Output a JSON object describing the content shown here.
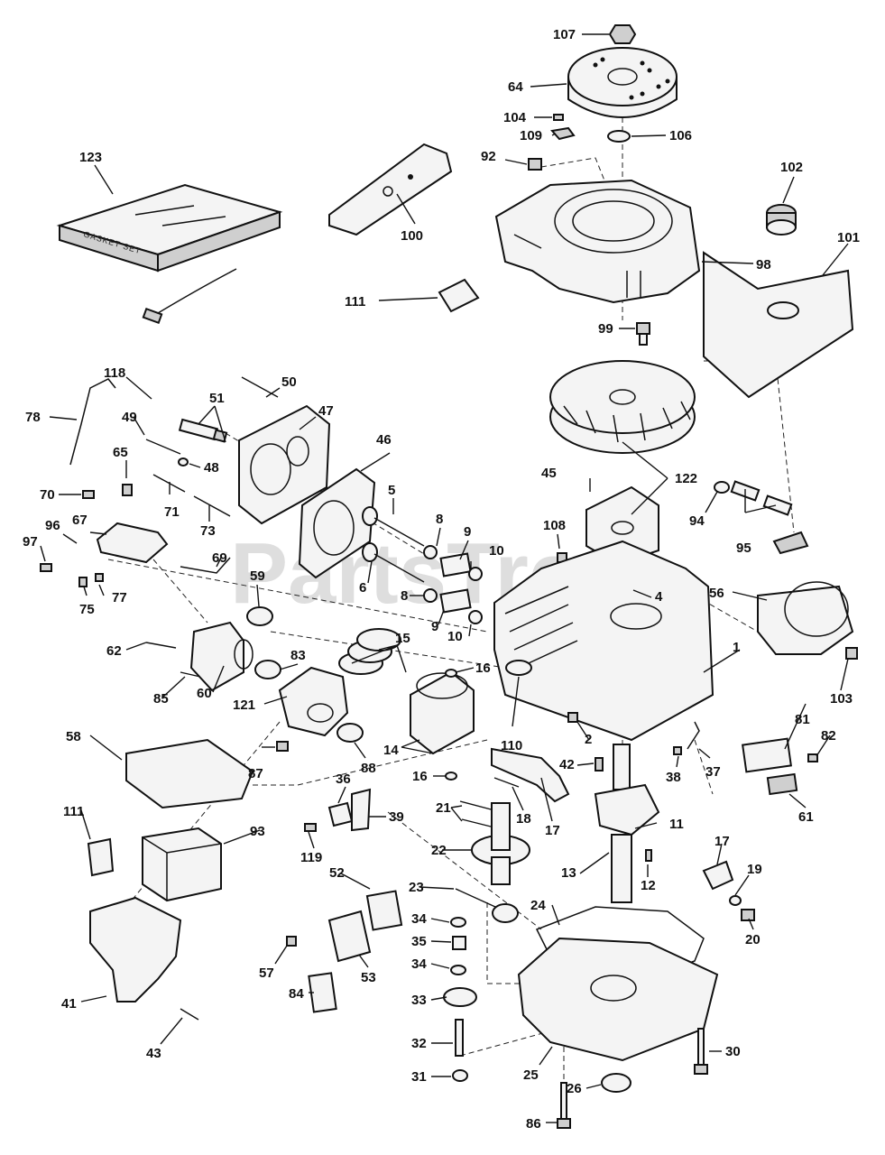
{
  "watermark": "PartsTree",
  "gasket_box_text": "GASKET SET",
  "callouts": [
    {
      "id": "c107",
      "label": "107"
    },
    {
      "id": "c64",
      "label": "64"
    },
    {
      "id": "c104",
      "label": "104"
    },
    {
      "id": "c109",
      "label": "109"
    },
    {
      "id": "c106",
      "label": "106"
    },
    {
      "id": "c92",
      "label": "92"
    },
    {
      "id": "c123",
      "label": "123"
    },
    {
      "id": "c100",
      "label": "100"
    },
    {
      "id": "c102",
      "label": "102"
    },
    {
      "id": "c101",
      "label": "101"
    },
    {
      "id": "c98",
      "label": "98"
    },
    {
      "id": "c111a",
      "label": "111"
    },
    {
      "id": "c99",
      "label": "99"
    },
    {
      "id": "c118",
      "label": "118"
    },
    {
      "id": "c50",
      "label": "50"
    },
    {
      "id": "c51",
      "label": "51"
    },
    {
      "id": "c78",
      "label": "78"
    },
    {
      "id": "c49",
      "label": "49"
    },
    {
      "id": "c47",
      "label": "47"
    },
    {
      "id": "c48",
      "label": "48"
    },
    {
      "id": "c46",
      "label": "46"
    },
    {
      "id": "c65",
      "label": "65"
    },
    {
      "id": "c45",
      "label": "45"
    },
    {
      "id": "c122",
      "label": "122"
    },
    {
      "id": "c70",
      "label": "70"
    },
    {
      "id": "c71",
      "label": "71"
    },
    {
      "id": "c5",
      "label": "5"
    },
    {
      "id": "c94",
      "label": "94"
    },
    {
      "id": "c96",
      "label": "96"
    },
    {
      "id": "c67",
      "label": "67"
    },
    {
      "id": "c73",
      "label": "73"
    },
    {
      "id": "c8a",
      "label": "8"
    },
    {
      "id": "c97",
      "label": "97"
    },
    {
      "id": "c9a",
      "label": "9"
    },
    {
      "id": "c108",
      "label": "108"
    },
    {
      "id": "c95",
      "label": "95"
    },
    {
      "id": "c69",
      "label": "69"
    },
    {
      "id": "c10a",
      "label": "10"
    },
    {
      "id": "c75",
      "label": "75"
    },
    {
      "id": "c77",
      "label": "77"
    },
    {
      "id": "c59",
      "label": "59"
    },
    {
      "id": "c6",
      "label": "6"
    },
    {
      "id": "c8b",
      "label": "8"
    },
    {
      "id": "c4",
      "label": "4"
    },
    {
      "id": "c56",
      "label": "56"
    },
    {
      "id": "c9b",
      "label": "9"
    },
    {
      "id": "c10b",
      "label": "10"
    },
    {
      "id": "c15",
      "label": "15"
    },
    {
      "id": "c62",
      "label": "62"
    },
    {
      "id": "c83",
      "label": "83"
    },
    {
      "id": "c1",
      "label": "1"
    },
    {
      "id": "c85",
      "label": "85"
    },
    {
      "id": "c60",
      "label": "60"
    },
    {
      "id": "c16a",
      "label": "16"
    },
    {
      "id": "c103",
      "label": "103"
    },
    {
      "id": "c121",
      "label": "121"
    },
    {
      "id": "c110",
      "label": "110"
    },
    {
      "id": "c58",
      "label": "58"
    },
    {
      "id": "c14",
      "label": "14"
    },
    {
      "id": "c2",
      "label": "2"
    },
    {
      "id": "c81",
      "label": "81"
    },
    {
      "id": "c82",
      "label": "82"
    },
    {
      "id": "c87",
      "label": "87"
    },
    {
      "id": "c88",
      "label": "88"
    },
    {
      "id": "c42",
      "label": "42"
    },
    {
      "id": "c16b",
      "label": "16"
    },
    {
      "id": "c38",
      "label": "38"
    },
    {
      "id": "c37",
      "label": "37"
    },
    {
      "id": "c61",
      "label": "61"
    },
    {
      "id": "c36",
      "label": "36"
    },
    {
      "id": "c21",
      "label": "21"
    },
    {
      "id": "c18",
      "label": "18"
    },
    {
      "id": "c111b",
      "label": "111"
    },
    {
      "id": "c93",
      "label": "93"
    },
    {
      "id": "c39",
      "label": "39"
    },
    {
      "id": "c17a",
      "label": "17"
    },
    {
      "id": "c11",
      "label": "11"
    },
    {
      "id": "c119",
      "label": "119"
    },
    {
      "id": "c22",
      "label": "22"
    },
    {
      "id": "c13",
      "label": "13"
    },
    {
      "id": "c12",
      "label": "12"
    },
    {
      "id": "c17b",
      "label": "17"
    },
    {
      "id": "c52",
      "label": "52"
    },
    {
      "id": "c19",
      "label": "19"
    },
    {
      "id": "c23",
      "label": "23"
    },
    {
      "id": "c24",
      "label": "24"
    },
    {
      "id": "c20",
      "label": "20"
    },
    {
      "id": "c34a",
      "label": "34"
    },
    {
      "id": "c57",
      "label": "57"
    },
    {
      "id": "c53",
      "label": "53"
    },
    {
      "id": "c35",
      "label": "35"
    },
    {
      "id": "c34b",
      "label": "34"
    },
    {
      "id": "c84",
      "label": "84"
    },
    {
      "id": "c41",
      "label": "41"
    },
    {
      "id": "c33",
      "label": "33"
    },
    {
      "id": "c43",
      "label": "43"
    },
    {
      "id": "c32",
      "label": "32"
    },
    {
      "id": "c30",
      "label": "30"
    },
    {
      "id": "c31",
      "label": "31"
    },
    {
      "id": "c25",
      "label": "25"
    },
    {
      "id": "c26",
      "label": "26"
    },
    {
      "id": "c86",
      "label": "86"
    }
  ]
}
